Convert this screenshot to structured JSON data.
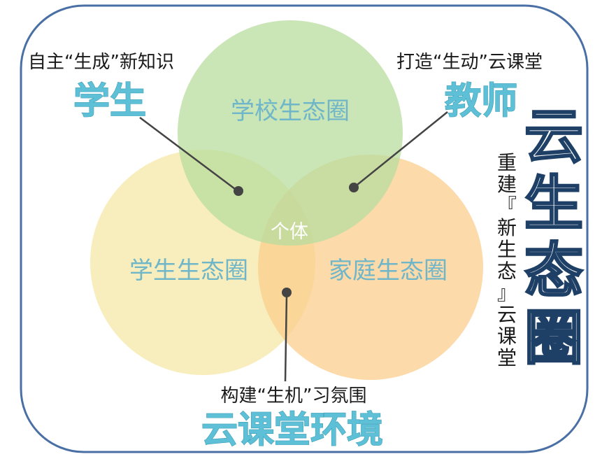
{
  "colors": {
    "frame": "#4a6fa5",
    "school_circle": "#b8dc9e",
    "student_circle": "#f6e7a5",
    "family_circle": "#fbcd8e",
    "circle_label": "#6fb6c9",
    "cyan_heading": "#5ec0d6",
    "navy_heading": "#1e3f66",
    "connector": "#444444"
  },
  "circles": {
    "school": "学校生态圈",
    "student": "学生生态圈",
    "family": "家庭生态圈",
    "center": "个体"
  },
  "student": {
    "caption": "自主“生成”新知识",
    "heading": "学生"
  },
  "teacher": {
    "caption": "打造“生动”云课堂",
    "heading": "教师"
  },
  "environment": {
    "caption": "构建“生机”习氛围",
    "heading": "云课堂环境"
  },
  "title": {
    "main": "云生态圈",
    "sub": "重建『新生态』云课堂"
  }
}
